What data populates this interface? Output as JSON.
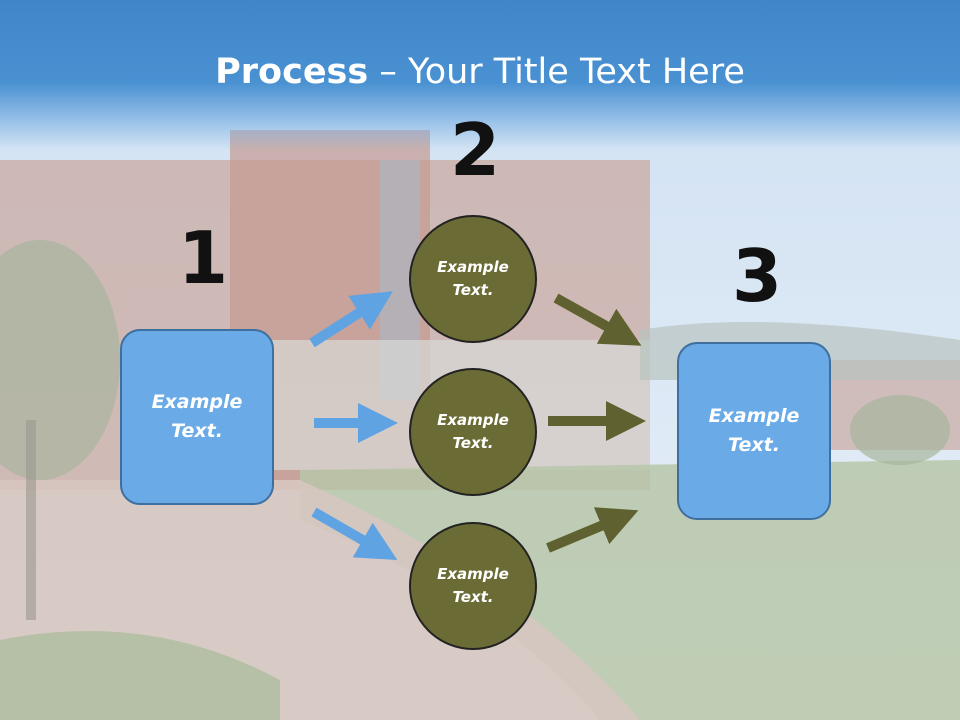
{
  "title": {
    "bold": "Process",
    "rest": " – Your Title Text Here"
  },
  "steps": {
    "one": "1",
    "two": "2",
    "three": "3"
  },
  "left_box": {
    "line1": "Example",
    "line2": "Text."
  },
  "right_box": {
    "line1": "Example",
    "line2": "Text."
  },
  "circles": [
    {
      "line1": "Example",
      "line2": "Text."
    },
    {
      "line1": "Example",
      "line2": "Text."
    },
    {
      "line1": "Example",
      "line2": "Text."
    }
  ],
  "colors": {
    "header": "#3f86c9",
    "box": "#6aaae6",
    "circle": "#6b6c35",
    "blue_arrow": "#5fa3e2",
    "olive_arrow": "#5f6230"
  }
}
